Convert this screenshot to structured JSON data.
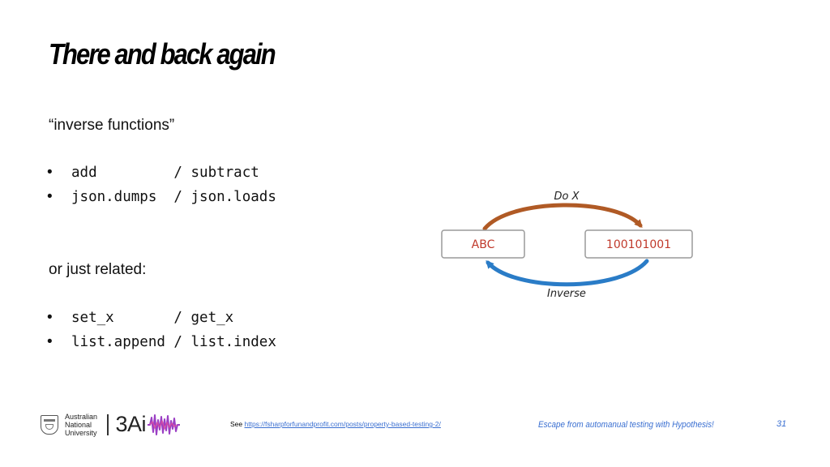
{
  "slide": {
    "title": "There and back again",
    "section1_heading": "“inverse functions”",
    "section1_items": [
      {
        "bullet": "•",
        "code": "add         / subtract"
      },
      {
        "bullet": "•",
        "code": "json.dumps  / json.loads"
      }
    ],
    "section2_heading": "or just related:",
    "section2_items": [
      {
        "bullet": "•",
        "code": "set_x       / get_x"
      },
      {
        "bullet": "•",
        "code": "list.append / list.index"
      }
    ]
  },
  "diagram": {
    "left_box": "ABC",
    "right_box": "100101001",
    "top_arrow_label": "Do X",
    "bottom_arrow_label": "Inverse",
    "colors": {
      "top_arrow": "#b05a25",
      "bottom_arrow": "#2a7cc7",
      "box_text": "#c0392b",
      "box_border": "#9a9a9a"
    }
  },
  "footer": {
    "logo_lines": [
      "Australian",
      "National",
      "University"
    ],
    "logo_brand": "3Ai",
    "see_prefix": "See",
    "link_text": "https://fsharpforfunandprofit.com/posts/property-based-testing-2/",
    "event_title": "Escape from automanual testing with Hypothesis!",
    "page_number": "31",
    "accent_color": "#3a6fd1"
  }
}
